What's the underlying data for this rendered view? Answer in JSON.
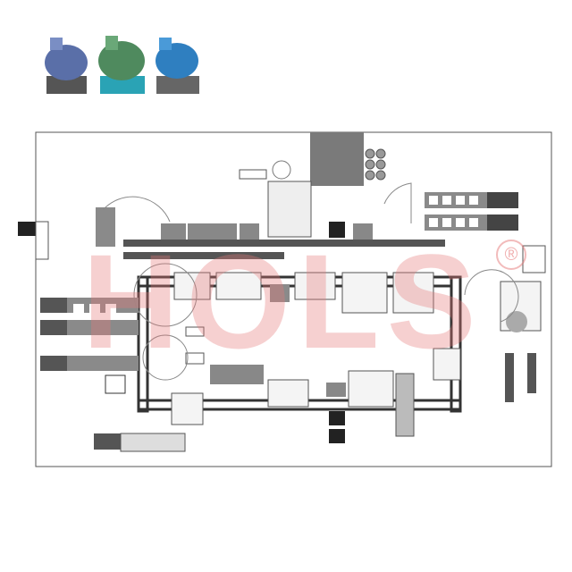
{
  "watermark": {
    "text": "HOLS",
    "registered": "®"
  },
  "colors": {
    "dark_block": "#6f6f6f",
    "mid_block": "#8c8c8c",
    "watermark": "#e67878",
    "pump_blue": "#5a6fa8",
    "pump_green": "#4f8a5e",
    "pump_cyan": "#2f7fc0"
  },
  "pumps": [
    {
      "name": "pump-blue-grey"
    },
    {
      "name": "pump-green"
    },
    {
      "name": "pump-blue"
    }
  ]
}
